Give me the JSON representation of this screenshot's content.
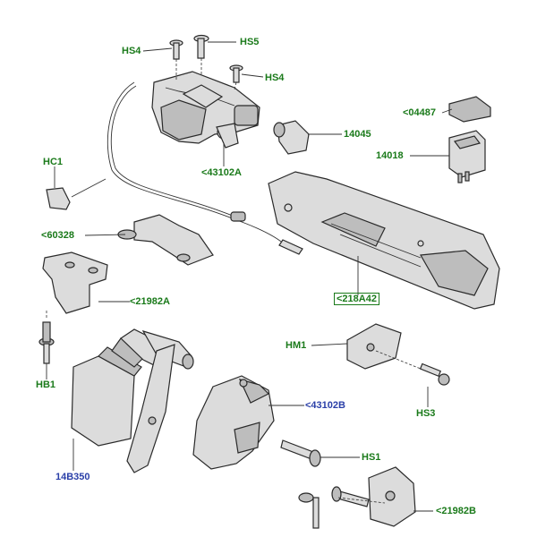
{
  "diagram": {
    "labels": {
      "hs4_a": "HS4",
      "hs5": "HS5",
      "hs4_b": "HS4",
      "p04487": "<04487",
      "p14045": "14045",
      "p43102a": "<43102A",
      "hc1": "HC1",
      "p14018": "14018",
      "p60328": "<60328",
      "p218a42": "<218A42",
      "p21982a": "<21982A",
      "hm1": "HM1",
      "hb1": "HB1",
      "p43102b": "<43102B",
      "hs3": "HS3",
      "hs1": "HS1",
      "p14b350": "14B350",
      "p21982b": "<21982B"
    },
    "colors": {
      "label_green": "#1a7a1a",
      "label_blue": "#2a3fa8",
      "part_fill": "#dcdcdc",
      "line": "#333333"
    }
  }
}
